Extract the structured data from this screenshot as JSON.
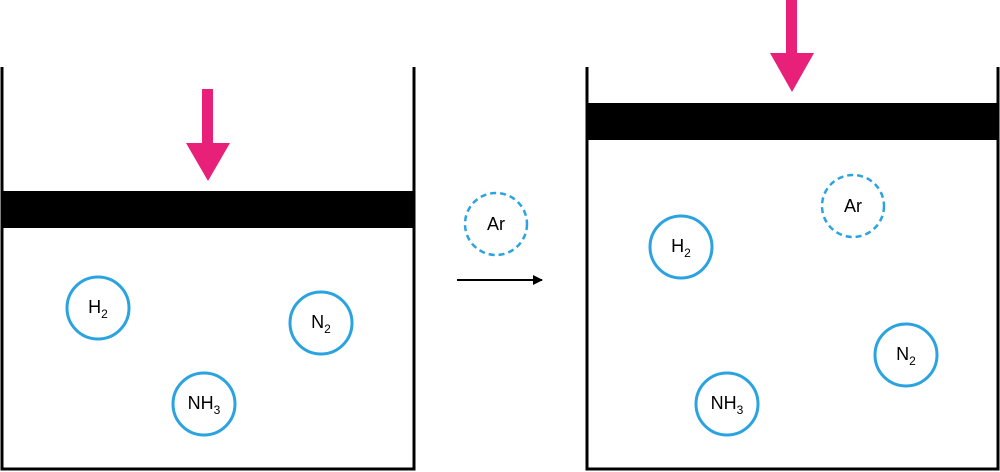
{
  "colors": {
    "molecule_stroke": "#2ba3e0",
    "force_arrow": "#e8207a",
    "piston": "#000000",
    "container": "#000000"
  },
  "before": {
    "molecules": [
      {
        "base": "H",
        "sub": "2"
      },
      {
        "base": "N",
        "sub": "2"
      },
      {
        "base": "NH",
        "sub": "3"
      }
    ]
  },
  "transition": {
    "added_gas": "Ar"
  },
  "after": {
    "added_gas": "Ar",
    "molecules": [
      {
        "base": "H",
        "sub": "2"
      },
      {
        "base": "N",
        "sub": "2"
      },
      {
        "base": "NH",
        "sub": "3"
      }
    ]
  }
}
